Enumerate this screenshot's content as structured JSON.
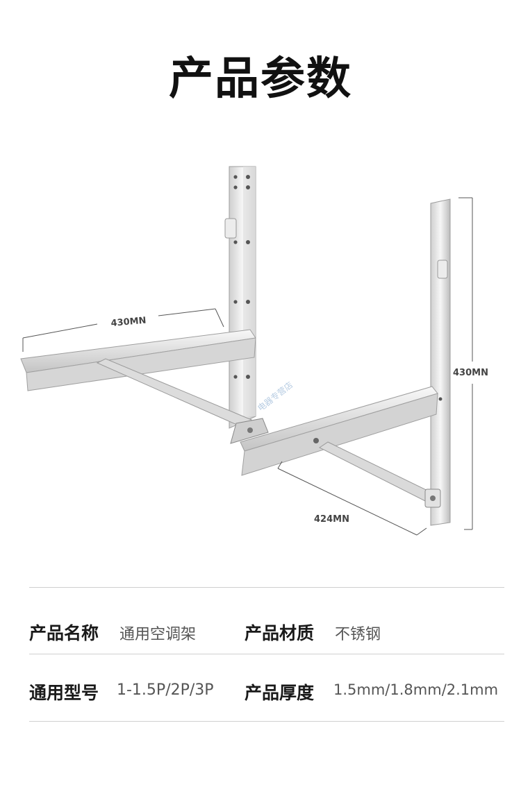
{
  "page": {
    "title": "产品参数"
  },
  "figure": {
    "dimensions": {
      "left_arm": "430MN",
      "right_height": "430MN",
      "right_arm": "424MN"
    },
    "watermark": "电器专营店",
    "subject": "stainless-steel-air-conditioner-bracket"
  },
  "specs": {
    "row1": {
      "label_a": "产品名称",
      "value_a": "通用空调架",
      "label_b": "产品材质",
      "value_b": "不锈钢"
    },
    "row2": {
      "label_a": "通用型号",
      "value_a": "1-1.5P/2P/3P",
      "label_b": "产品厚度",
      "value_b": "1.5mm/1.8mm/2.1mm"
    }
  },
  "colors": {
    "metal_light": "#f2f2f2",
    "metal_mid": "#d9d9d9",
    "metal_dark": "#a8a8a8",
    "divider": "#cfcfcf"
  }
}
